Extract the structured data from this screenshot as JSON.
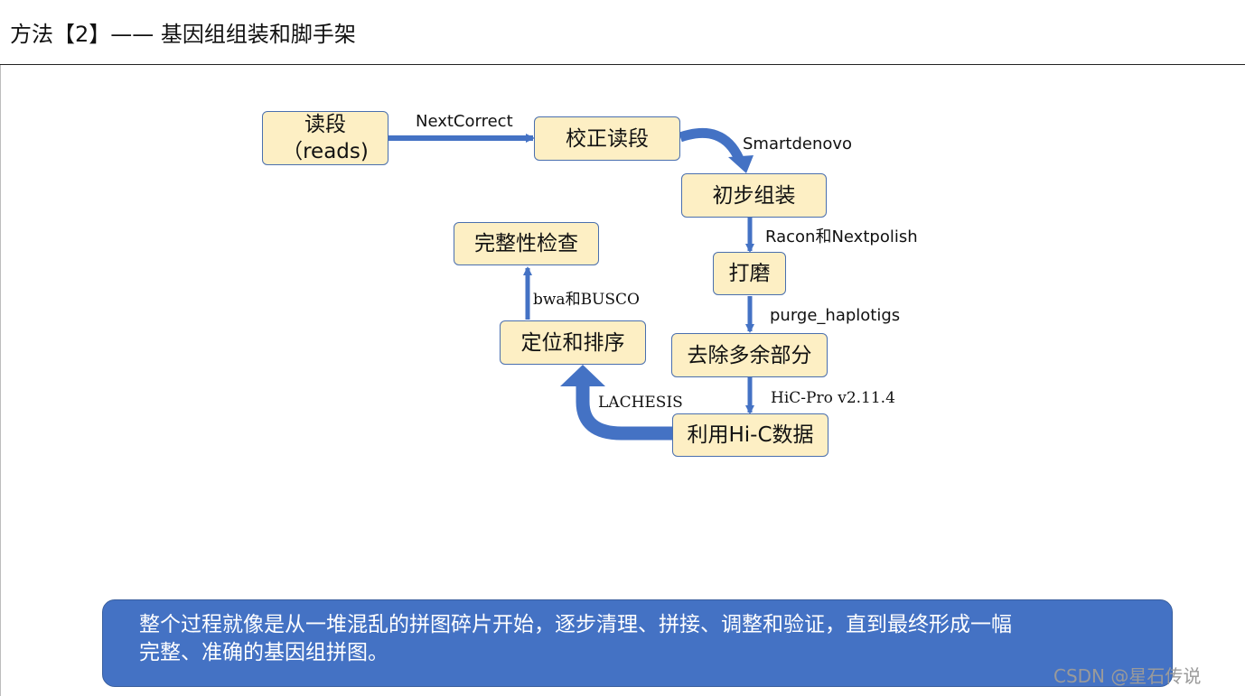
{
  "header": {
    "title": "方法【2】—— 基因组组装和脚手架"
  },
  "nodes": {
    "reads": {
      "line1": "读段",
      "line2": "（reads)"
    },
    "corrected": "校正读段",
    "initial_assembly": "初步组装",
    "polish": "打磨",
    "remove_redundant": "去除多余部分",
    "hic": "利用Hi-C数据",
    "position_order": "定位和排序",
    "completeness_check": "完整性检查"
  },
  "edges": {
    "nextcorrect": "NextCorrect",
    "smartdenovo": "Smartdenovo",
    "racon": "Racon和Nextpolish",
    "purge": "purge_haplotigs",
    "hicpro": "HiC-Pro v2.11.4",
    "lachesis": "LACHESIS",
    "bwa": "bwa和BUSCO"
  },
  "summary": {
    "line1": "整个过程就像是从一堆混乱的拼图碎片开始，逐步清理、拼接、调整和验证，直到最终形成一幅",
    "line2": "完整、准确的基因组拼图。"
  },
  "watermark": "CSDN @星石传说",
  "colors": {
    "node_fill": "#fdefc4",
    "node_border": "#4a6fae",
    "arrow": "#4472c4",
    "summary_fill": "#4472c4"
  }
}
